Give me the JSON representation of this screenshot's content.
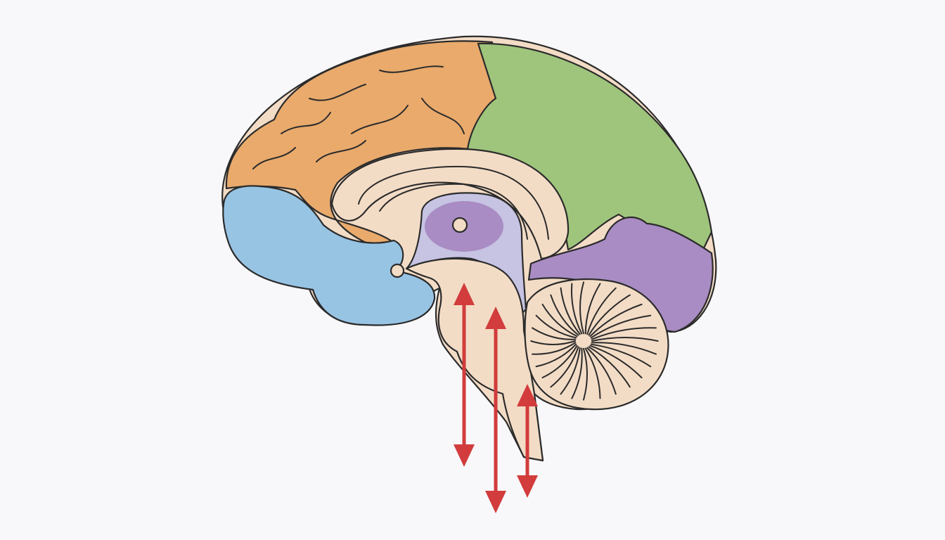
{
  "diagram": {
    "subject": "",
    "colors": {
      "background": "#f8f7f9",
      "frontal": "#e9aa6c",
      "parietal": "#9fc57c",
      "temporal": "#98c4e4",
      "occipital": "#a98cc3",
      "inner_tissue": "#f3dcc6",
      "thalamus": "#a98cc3",
      "thalamus_surround": "#c6c3e3",
      "arrows": "#d23c3c",
      "outline": "#2b2b2b"
    },
    "arrows": [
      {
        "direction": "bidirectional"
      },
      {
        "direction": "bidirectional"
      },
      {
        "direction": "bidirectional"
      }
    ]
  }
}
